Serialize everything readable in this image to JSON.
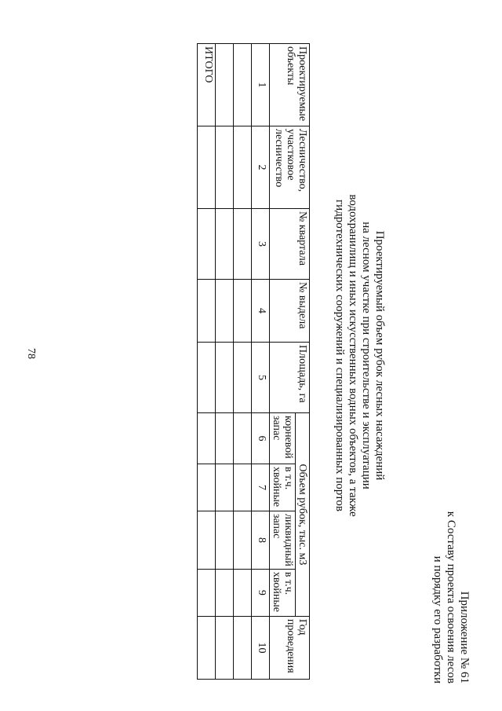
{
  "page_number": "78",
  "appendix": {
    "line1": "Приложение № 61",
    "line2": "к Составу проекта освоения лесов",
    "line3": "и порядку его разработки"
  },
  "title": {
    "line1": "Проектируемый объем рубок лесных насаждений",
    "line2": "на лесном участке при строительстве и эксплуатации",
    "line3": "водохранилищ и иных искусственных водных объектов, а также",
    "line4": "гидротехнических сооружений и специализированных портов"
  },
  "table": {
    "headers": {
      "objects": "Проектируемые объекты",
      "forestry": "Лесничество, участковое лесничество",
      "kvartal": "№ квартала",
      "vydel": "№ выдела",
      "area": "Площадь, га",
      "volume": "Объем рубок, тыс. м3",
      "root_stock": "корневой запас",
      "root_conifer": "в т.ч. хвойные",
      "liquid_stock": "ликвидный запас",
      "liquid_conifer": "в т.ч. хвойные",
      "year": "Год проведения"
    },
    "column_numbers": [
      "1",
      "2",
      "3",
      "4",
      "5",
      "6",
      "7",
      "8",
      "9",
      "10"
    ],
    "total_label": "ИТОГО"
  }
}
